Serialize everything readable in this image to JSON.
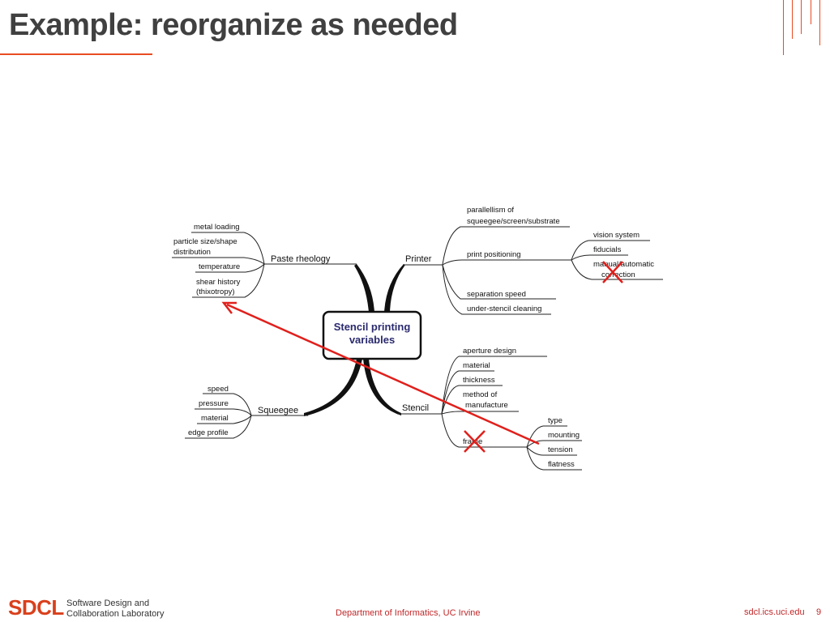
{
  "slide": {
    "title": "Example: reorganize as needed"
  },
  "mindmap": {
    "center": [
      "Stencil printing",
      "variables"
    ],
    "branches": {
      "paste_rheology": {
        "label": "Paste rheology",
        "items": [
          "metal loading",
          "particle size/shape",
          "distribution",
          "temperature",
          "shear history",
          "(thixotropy)"
        ]
      },
      "printer": {
        "label": "Printer",
        "items": [
          "parallellism of",
          "squeegee/screen/substrate",
          "print positioning",
          "separation speed",
          "under-stencil cleaning"
        ],
        "print_positioning_items": [
          "vision system",
          "fiducials",
          "manual/automatic",
          "correction"
        ]
      },
      "squeegee": {
        "label": "Squeegee",
        "items": [
          "speed",
          "pressure",
          "material",
          "edge profile"
        ]
      },
      "stencil": {
        "label": "Stencil",
        "items": [
          "aperture design",
          "material",
          "thickness",
          "method of",
          "manufacture",
          "frame"
        ],
        "frame_items": [
          "type",
          "mounting",
          "tension",
          "flatness"
        ]
      }
    },
    "annotation_color": "#e0201c"
  },
  "footer": {
    "logo": "SDCL",
    "lab_line1": "Software Design and",
    "lab_line2": "Collaboration Laboratory",
    "department": "Department of Informatics, UC Irvine",
    "url": "sdcl.ics.uci.edu",
    "page": "9"
  },
  "colors": {
    "accent": "#e84c22",
    "title": "#404040",
    "footer_text": "#c0282a"
  }
}
